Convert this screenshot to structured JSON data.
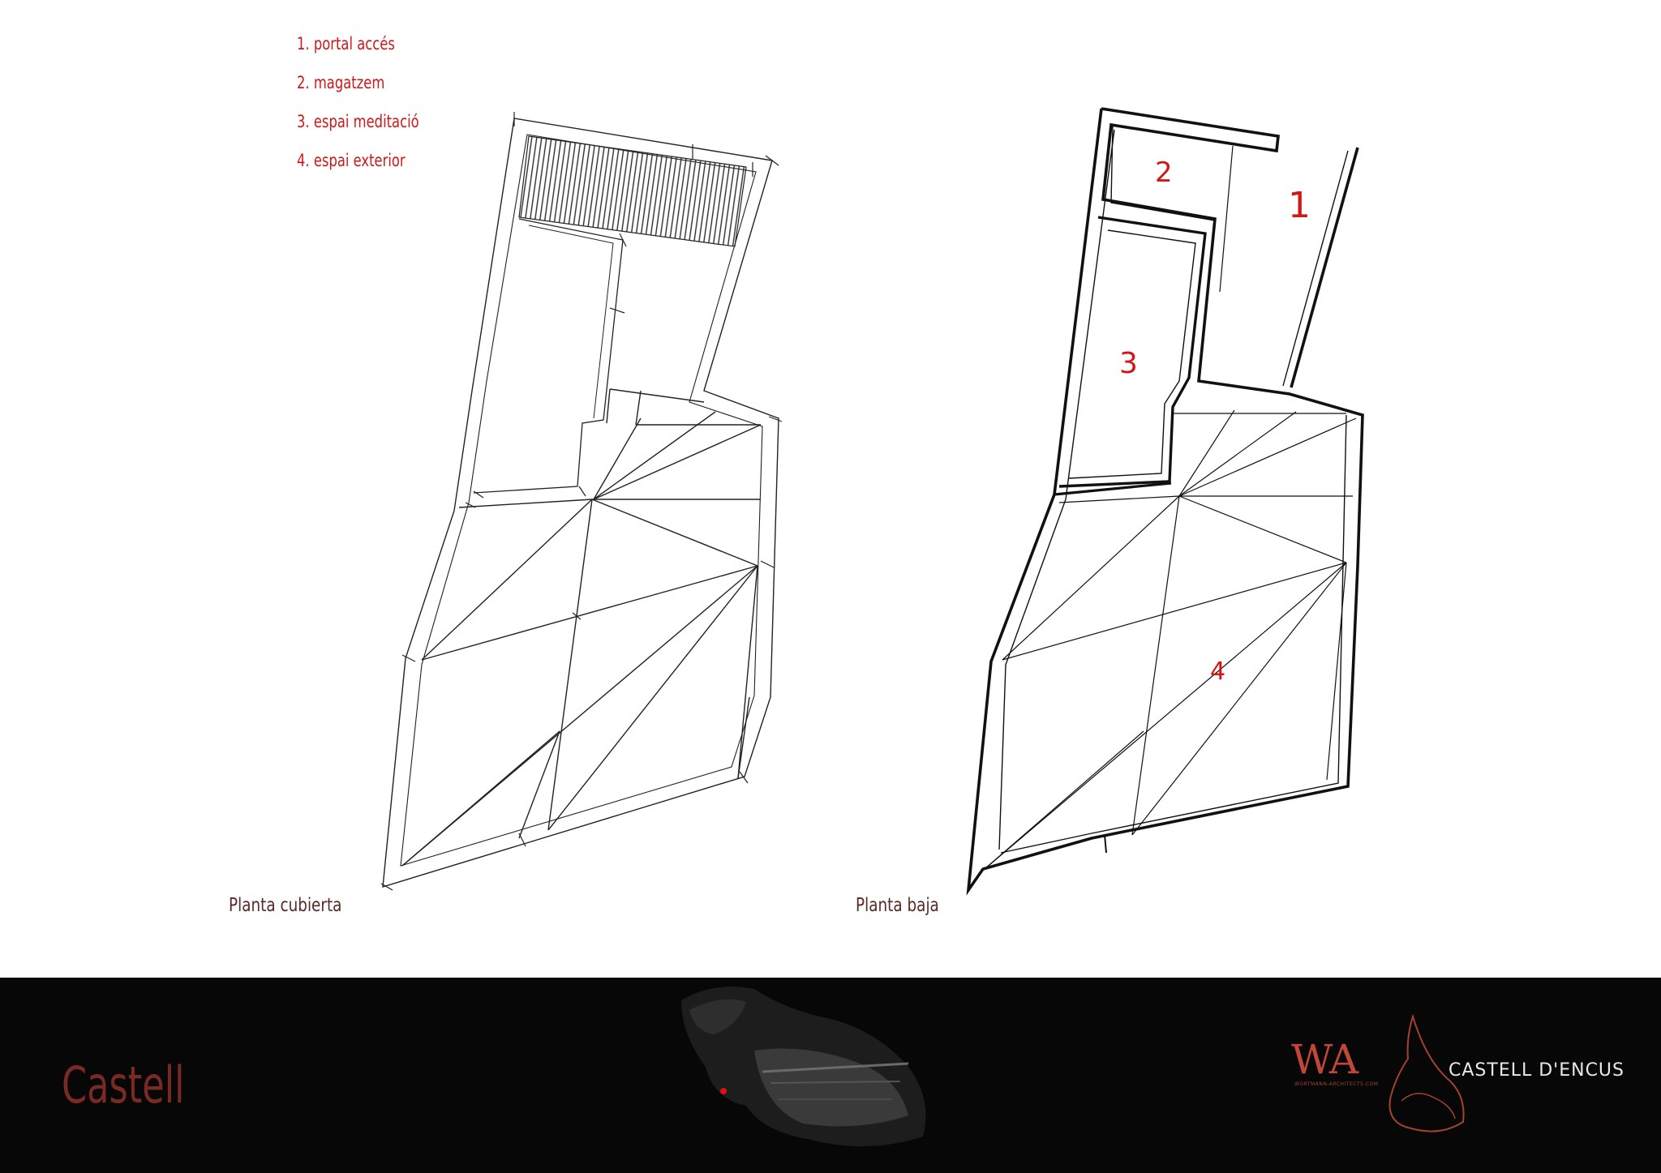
{
  "legend": {
    "items": [
      "1. portal accés",
      "2. magatzem",
      "3. espai  meditació",
      "4. espai exterior"
    ]
  },
  "plans": {
    "left_caption": "Planta cubierta",
    "right_caption": "Planta baja",
    "room_numbers": [
      "2",
      "1",
      "3",
      "4"
    ]
  },
  "footer": {
    "title": "Castell",
    "logo": "WA",
    "logo_sub": "WORTMANN-ARCHITECTS.COM",
    "brand": "CASTELL D'ENCUS"
  },
  "colors": {
    "accent_red": "#d01818",
    "caption_brown": "#5a2a24",
    "footer_bg": "#070707",
    "title_red": "#7a2a24"
  },
  "icons": [
    "site-model-image",
    "location-marker-icon",
    "wa-logo",
    "castle-outline-icon"
  ]
}
